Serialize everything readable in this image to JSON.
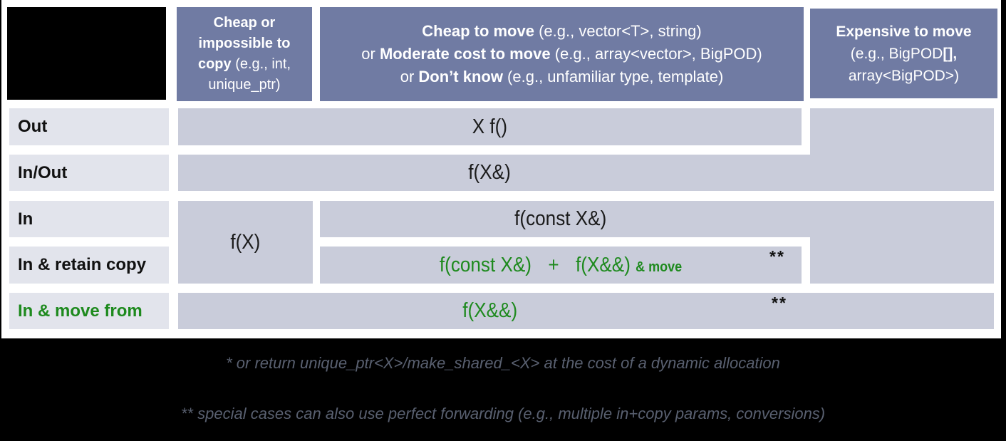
{
  "colors": {
    "header_bg": "#707BA3",
    "cell_bg": "#C9CCDA",
    "row_label_bg": "#E2E4EC",
    "green_text": "#1E8A1E",
    "footnote_text": "#596070",
    "header_text": "#FFFFFF",
    "corner_box": "#000000"
  },
  "headers": {
    "cheap_copy": {
      "bold": "Cheap or impossible to copy",
      "rest": " (e.g., int, unique_ptr)"
    },
    "cheap_move": {
      "lines": [
        {
          "pre": "",
          "bold": "Cheap to move",
          "rest": " (e.g., vector<T>, string)"
        },
        {
          "pre": "or ",
          "bold": "Moderate cost to move",
          "rest": " (e.g., array<vector>, BigPOD)"
        },
        {
          "pre": "or ",
          "bold": "Don’t know",
          "rest": " (e.g., unfamiliar type, template)"
        }
      ]
    },
    "expensive_move": {
      "lines": [
        {
          "pre": "",
          "bold": "Expensive to move",
          "rest": ""
        },
        {
          "pre": "(e.g., BigPOD",
          "bold": "[],",
          "rest": ""
        },
        {
          "pre": "array<BigPOD>)",
          "bold": "",
          "rest": ""
        }
      ]
    }
  },
  "rows": [
    {
      "label": "Out"
    },
    {
      "label": "In/Out"
    },
    {
      "label": "In"
    },
    {
      "label": "In & retain copy"
    },
    {
      "label": "In & move from"
    }
  ],
  "cells": {
    "out": "X f()",
    "inout": "f(X&)",
    "in_cheap_copy": "f(X)",
    "in": "f(const X&)",
    "retain": {
      "a": "f(const X&)",
      "plus": "+",
      "b": "f(X&&)",
      "suffix": "& move",
      "marker": "**"
    },
    "move": {
      "text": "f(X&&)",
      "marker": "**"
    }
  },
  "footnotes": [
    "* or return unique_ptr<X>/make_shared_<X> at the cost of a dynamic allocation",
    "** special cases can also use perfect forwarding (e.g., multiple in+copy params, conversions)"
  ]
}
